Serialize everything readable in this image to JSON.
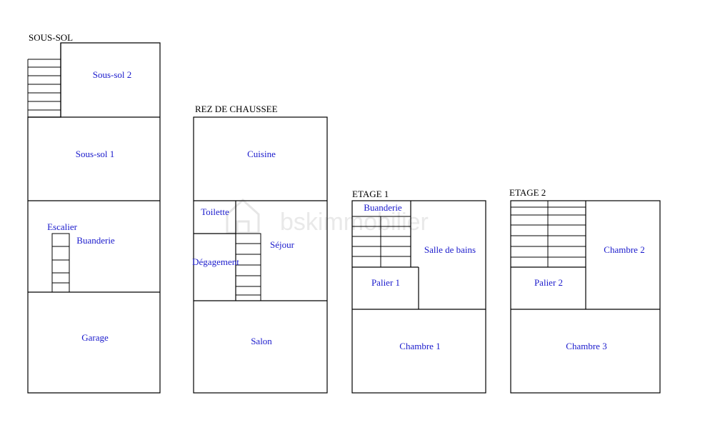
{
  "colors": {
    "wall": "#000000",
    "label": "#1a1acc",
    "title": "#000000",
    "watermark": "#e9e9e9"
  },
  "watermark": {
    "text": "bskimmobilier",
    "icon": "house-logo-icon"
  },
  "floors": {
    "sous_sol": {
      "title": "SOUS-SOL",
      "rooms": {
        "sous_sol_2": "Sous-sol 2",
        "sous_sol_1": "Sous-sol 1",
        "escalier": "Escalier",
        "buanderie": "Buanderie",
        "garage": "Garage"
      }
    },
    "rez_de_chaussee": {
      "title": "REZ DE CHAUSSEE",
      "rooms": {
        "cuisine": "Cuisine",
        "toilette": "Toilette",
        "sejour": "Séjour",
        "degagement": "Dégagement",
        "salon": "Salon"
      }
    },
    "etage_1": {
      "title": "ETAGE 1",
      "rooms": {
        "buanderie": "Buanderie",
        "salle_de_bains": "Salle de bains",
        "palier_1": "Palier 1",
        "chambre_1": "Chambre 1"
      }
    },
    "etage_2": {
      "title": "ETAGE 2",
      "rooms": {
        "chambre_2": "Chambre 2",
        "palier_2": "Palier 2",
        "chambre_3": "Chambre 3"
      }
    }
  }
}
